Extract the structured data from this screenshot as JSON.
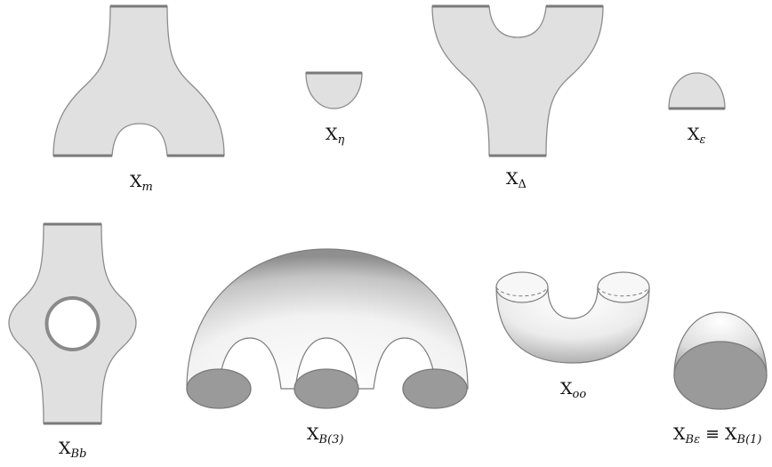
{
  "figure": {
    "labels": {
      "xm": {
        "base": "X",
        "sub": "m"
      },
      "xeta": {
        "base": "X",
        "sub": "η"
      },
      "xdelta": {
        "base": "X",
        "sub": "Δ"
      },
      "xeps": {
        "base": "X",
        "sub": "ε"
      },
      "xbb": {
        "base": "X",
        "sub": "Bb"
      },
      "xb3": {
        "base": "X",
        "sub": "B(3)"
      },
      "xoo": {
        "base": "X",
        "sub": "oo"
      },
      "xbe": {
        "base": "X",
        "sub": "Bε",
        "relation": "≡",
        "base2": "X",
        "sub2": "B(1)"
      }
    },
    "colors": {
      "sheet_fill": "#e0e0e0",
      "outline": "#8c8c8c",
      "boundary_edge": "#7a7a7a",
      "disk_fill": "#9a9a9a",
      "shade_dark": "#8a8a8a",
      "highlight": "#ffffff"
    }
  }
}
